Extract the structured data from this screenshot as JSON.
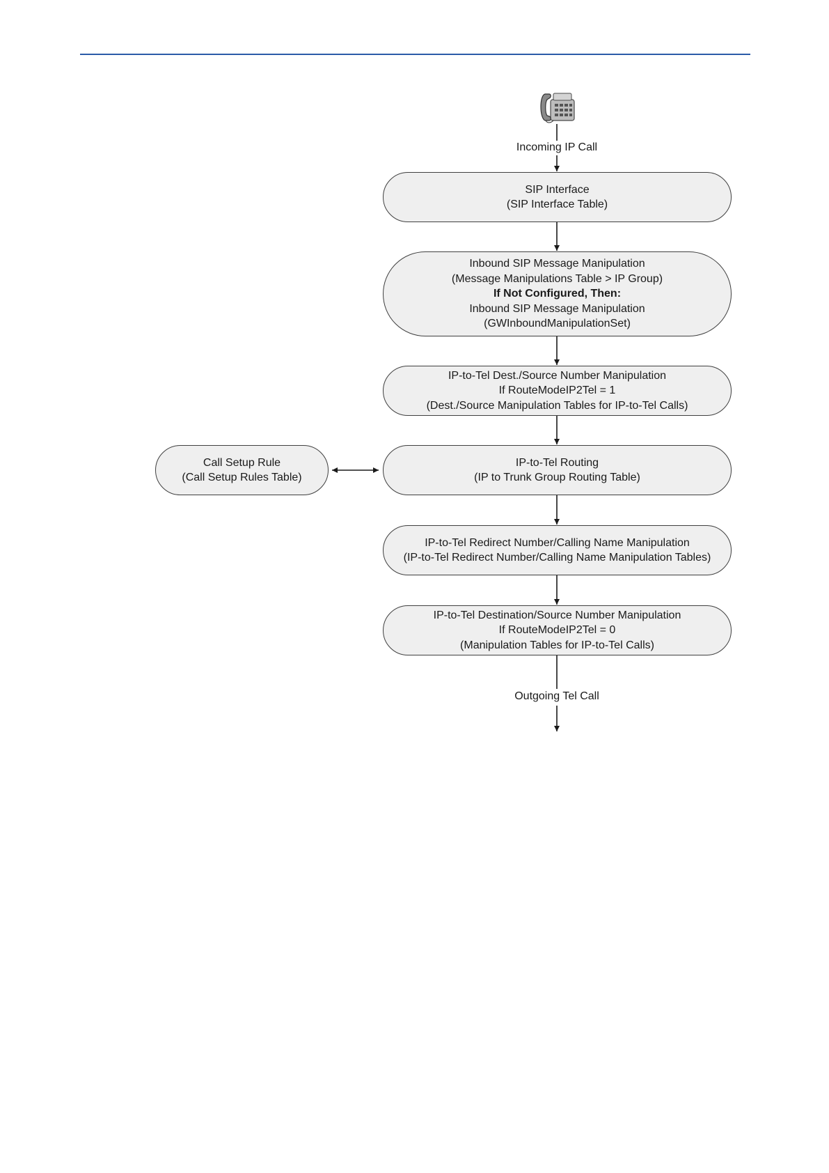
{
  "diagram": {
    "start_label": "Incoming IP Call",
    "end_label": "Outgoing Tel Call",
    "nodes": {
      "sip_interface": {
        "line1": "SIP Interface",
        "line2": "(SIP Interface Table)"
      },
      "inbound_manipulation": {
        "line1": "Inbound SIP Message Manipulation",
        "line2": "(Message Manipulations Table > IP Group)",
        "line3": "If Not Configured, Then:",
        "line4": "Inbound SIP Message Manipulation",
        "line5": "(GWInboundManipulationSet)"
      },
      "dest_source_manipulation_1": {
        "line1": "IP-to-Tel Dest./Source Number Manipulation",
        "line2": "If RouteModeIP2Tel = 1",
        "line3": "(Dest./Source Manipulation Tables for IP-to-Tel Calls)"
      },
      "ip_to_tel_routing": {
        "line1": "IP-to-Tel Routing",
        "line2": "(IP to Trunk Group Routing Table)"
      },
      "call_setup_rule": {
        "line1": "Call Setup Rule",
        "line2": "(Call Setup Rules Table)"
      },
      "redirect_manipulation": {
        "line1": "IP-to-Tel Redirect Number/Calling Name Manipulation",
        "line2": "(IP-to-Tel Redirect Number/Calling Name Manipulation Tables)"
      },
      "dest_source_manipulation_0": {
        "line1": "IP-to-Tel Destination/Source Number Manipulation",
        "line2": "If RouteModeIP2Tel = 0",
        "line3": "(Manipulation Tables for IP-to-Tel Calls)"
      }
    },
    "icons": {
      "start": "desk-phone-icon"
    },
    "colors": {
      "node_fill": "#efefef",
      "node_border": "#3f3f3f",
      "rule": "#2b5ba8"
    }
  }
}
